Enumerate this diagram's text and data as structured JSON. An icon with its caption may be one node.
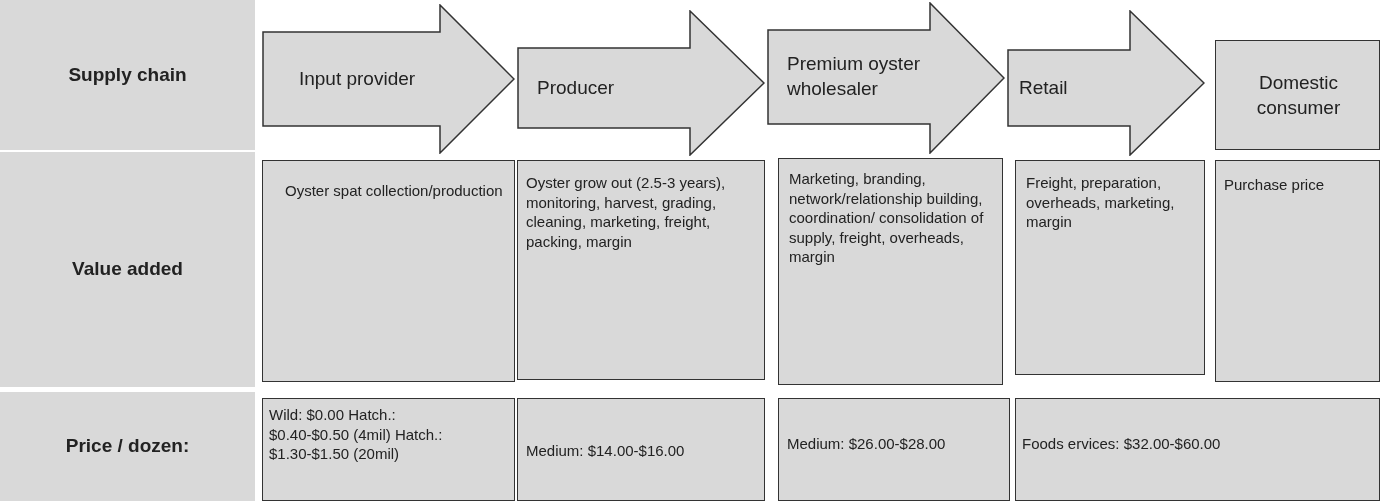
{
  "diagram": {
    "nodes": [
      {
        "text": [
          "Supply chain"
        ]
      },
      {
        "text": [
          "Input provider"
        ]
      },
      {
        "text": [
          "Producer"
        ]
      },
      {
        "text": [
          "Premium oyster wholesaler"
        ]
      },
      {
        "text": [
          "Retail"
        ]
      },
      {
        "text": [
          "Domestic consumer"
        ]
      },
      {
        "text": [
          "Value added"
        ]
      },
      {
        "text": [
          "Oyster spat collection/production"
        ]
      },
      {
        "text": [
          "Oyster grow out (2.5-3 years), monitoring, harvest, grading, cleaning, marketing, freight, packing, margin"
        ]
      },
      {
        "text": [
          "Marketing, branding, network/relationship building, coordination/ consolidation of supply, freight, overheads, margin"
        ]
      },
      {
        "text": [
          "Freight, preparation, overheads, marketing, margin"
        ]
      },
      {
        "text": [
          "Purchase price"
        ]
      },
      {
        "text": [
          "Price / dozen:"
        ]
      },
      {
        "text": [
          "Wild: $0.00 Hatch.: $0.40-$0.50 (4mil) Hatch.: $1.30-$1.50 (20mil)"
        ]
      },
      {
        "text": [
          "Medium: $14.00-$16.00"
        ]
      },
      {
        "text": [
          "Medium: $26.00-$28.00"
        ]
      },
      {
        "text": [
          "Foods ervices: $32.00-$60.00"
        ]
      }
    ],
    "edges": []
  }
}
